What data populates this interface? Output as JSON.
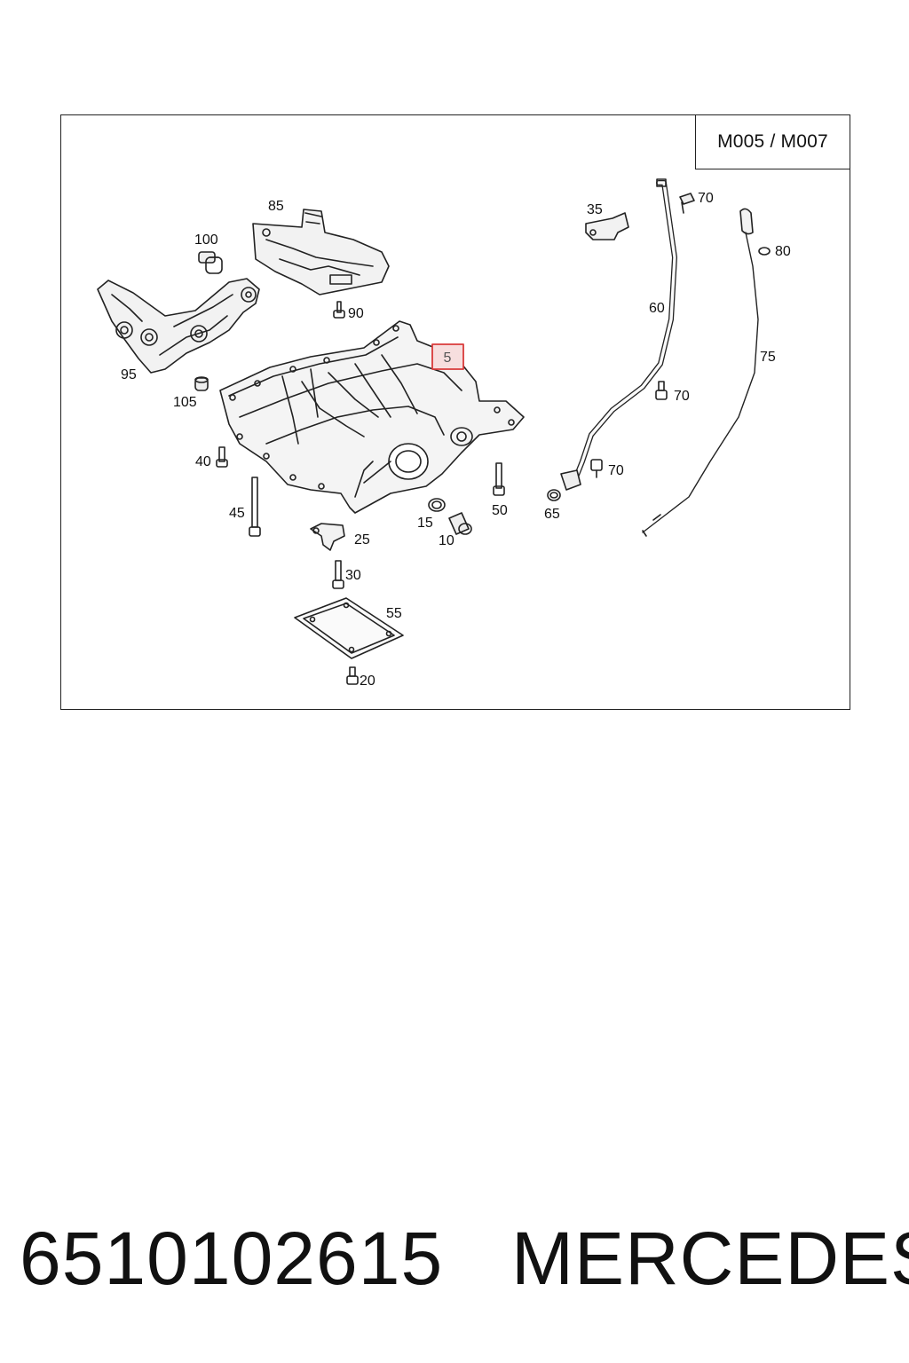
{
  "diagram": {
    "model_code": "M005 / M007",
    "highlighted_callout": "5",
    "callouts": {
      "c5": "5",
      "c10": "10",
      "c15": "15",
      "c20": "20",
      "c25": "25",
      "c30": "30",
      "c35": "35",
      "c40": "40",
      "c45": "45",
      "c50": "50",
      "c55": "55",
      "c60": "60",
      "c65": "65",
      "c70a": "70",
      "c70b": "70",
      "c70c": "70",
      "c75": "75",
      "c80": "80",
      "c85": "85",
      "c90": "90",
      "c95": "95",
      "c100": "100",
      "c105": "105"
    },
    "colors": {
      "highlight_border": "#d93a3a",
      "highlight_fill": "#f7dede",
      "line": "#222222"
    }
  },
  "footer": {
    "part_number": "6510102615",
    "brand": "MERCEDES"
  }
}
